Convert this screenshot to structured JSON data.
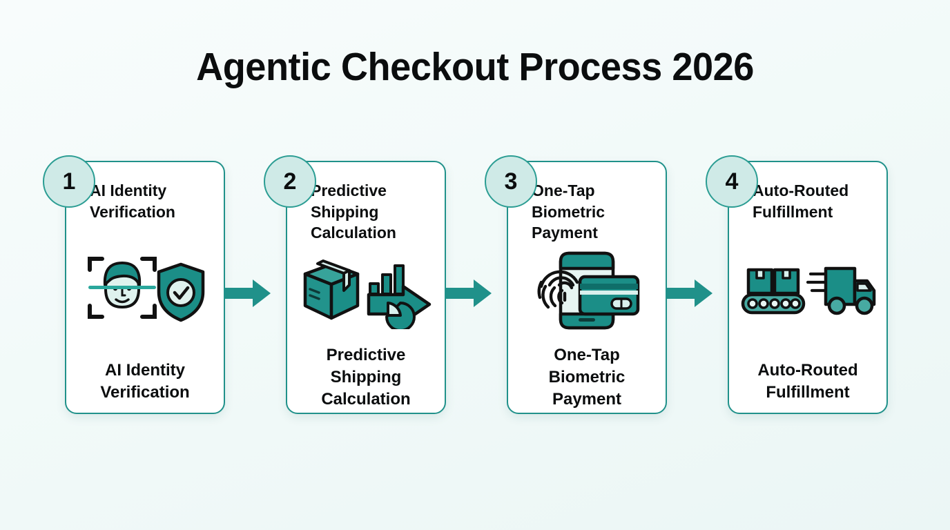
{
  "title": "Agentic Checkout Process 2026",
  "theme": {
    "accent_teal": "#20918a",
    "icon_teal": "#21908b",
    "badge_fill": "#cfeae7",
    "badge_stroke": "#2b9d93",
    "mint_light": "#d9f0ed",
    "text_dark": "#0b0d0e",
    "card_bg": "#ffffff",
    "page_bg": "#f4faf9"
  },
  "steps": [
    {
      "number": "1",
      "heading": "AI Identity Verification",
      "caption": "AI Identity Verification",
      "icon_name": "face-scan-shield-icon"
    },
    {
      "number": "2",
      "heading": "Predictive Shipping Calculation",
      "caption": "Predictive Shipping Calculation",
      "icon_name": "package-analytics-arrow-icon"
    },
    {
      "number": "3",
      "heading": "One-Tap Biometric Payment",
      "caption": "One-Tap Biometric Payment",
      "icon_name": "fingerprint-phone-card-icon"
    },
    {
      "number": "4",
      "heading": "Auto-Routed Fulfillment",
      "caption": "Auto-Routed Fulfillment",
      "icon_name": "conveyor-truck-icon"
    }
  ],
  "connectors": [
    {
      "name": "arrow-right-icon-1"
    },
    {
      "name": "arrow-right-icon-2"
    },
    {
      "name": "arrow-right-icon-3"
    }
  ]
}
